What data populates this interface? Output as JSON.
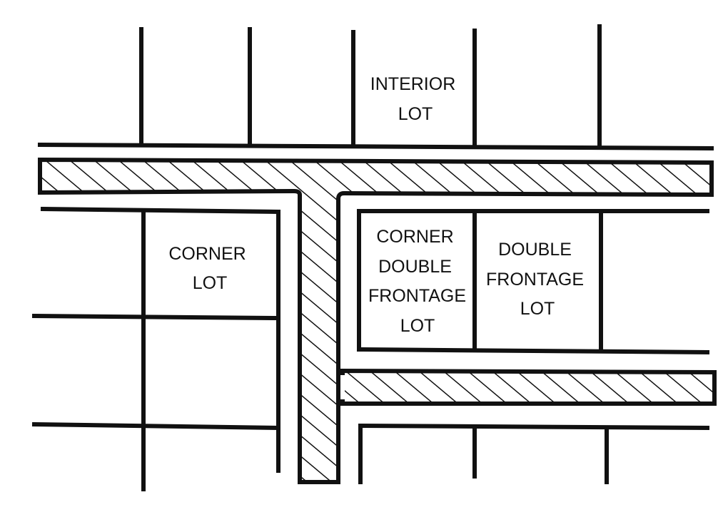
{
  "colors": {
    "ink": "#111111",
    "paper": "#ffffff"
  },
  "labels": {
    "interior_lot": [
      "INTERIOR",
      "LOT"
    ],
    "corner_lot": [
      "CORNER",
      "LOT"
    ],
    "corner_double_frontage_lot": [
      "CORNER",
      "DOUBLE",
      "FRONTAGE",
      "LOT"
    ],
    "double_frontage_lot": [
      "DOUBLE",
      "FRONTAGE",
      "LOT"
    ]
  }
}
